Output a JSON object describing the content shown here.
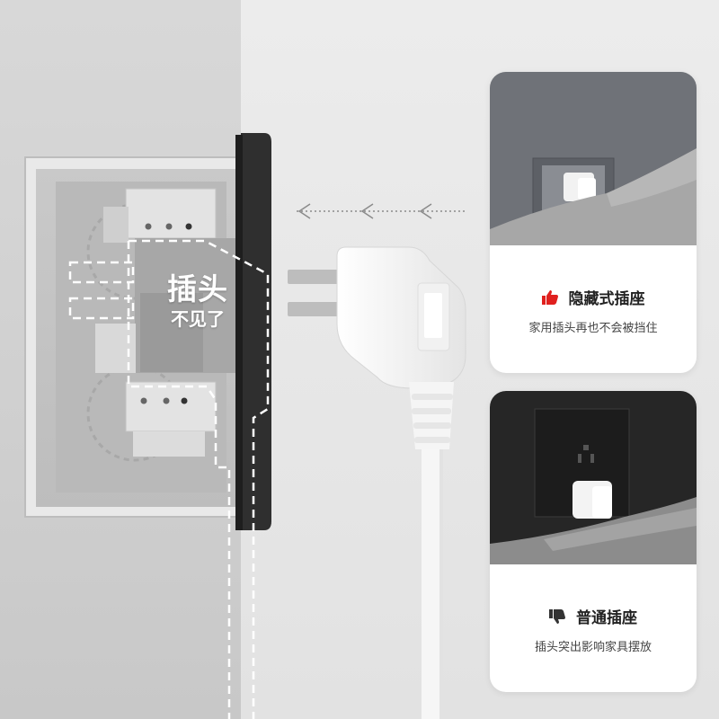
{
  "illustration": {
    "label_main": "插头",
    "label_sub": "不见了",
    "direction_arrows": "chevron-left-icon"
  },
  "cards": {
    "recessed": {
      "title": "隐藏式插座",
      "description": "家用插头再也不会被挡住",
      "icon": "thumbs-up-icon",
      "icon_color": "#e0201e"
    },
    "ordinary": {
      "title": "普通插座",
      "description": "插头突出影响家具摆放",
      "icon": "thumbs-down-icon",
      "icon_color": "#333333"
    }
  },
  "colors": {
    "wall_gray": "#d3d3d3",
    "socket_frame_dark": "#3a3a3a",
    "plug_white": "#f8f8f8",
    "thumbs_up_red": "#e0201e"
  }
}
